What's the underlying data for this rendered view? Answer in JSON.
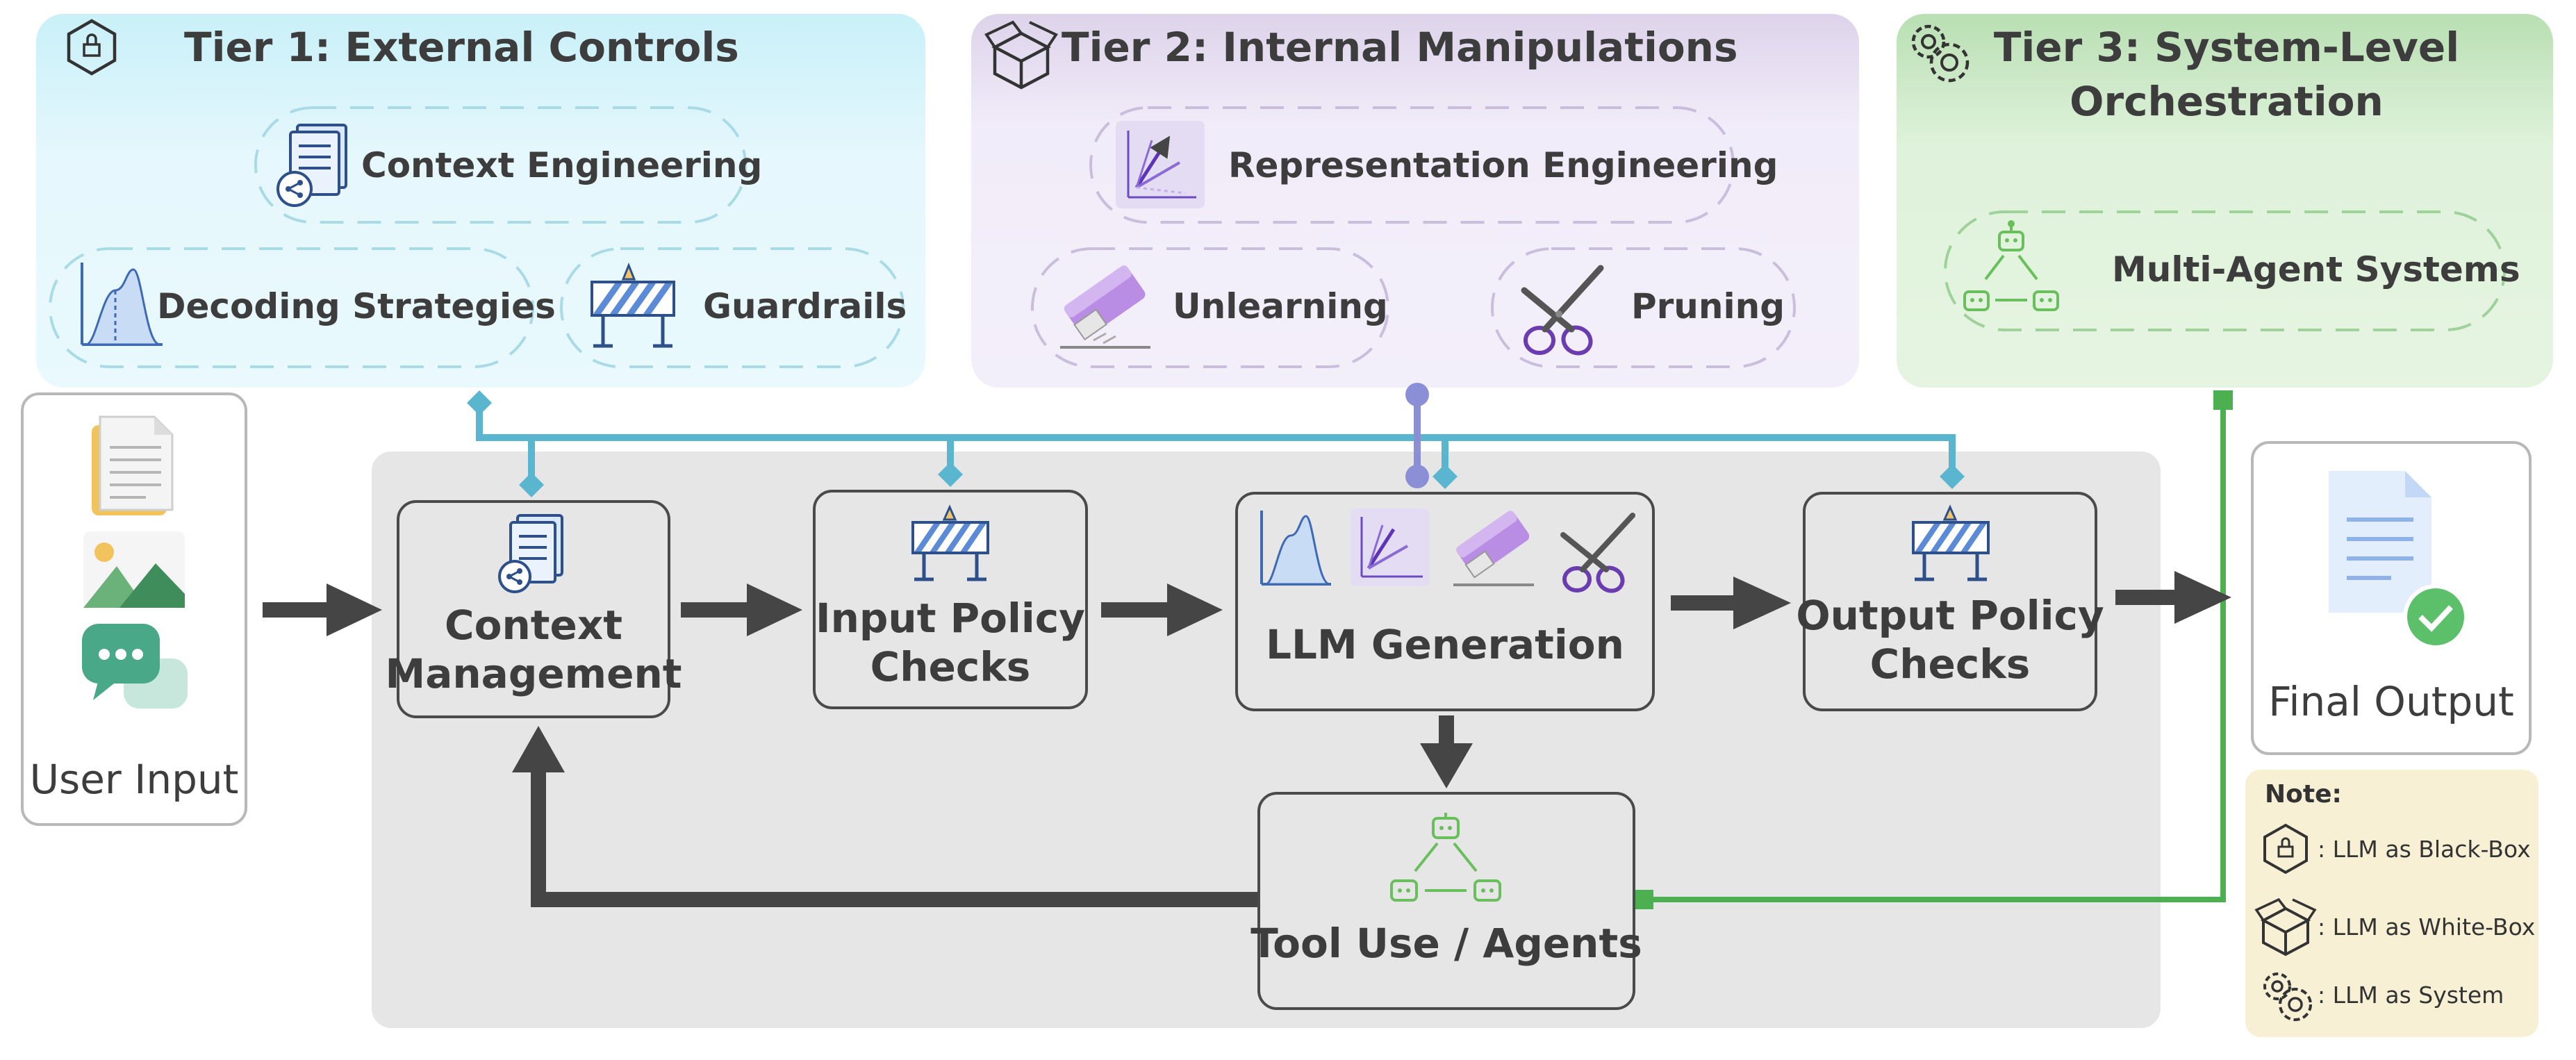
{
  "tier1": {
    "title": "Tier 1: External Controls",
    "items": [
      "Context Engineering",
      "Decoding Strategies",
      "Guardrails"
    ],
    "color": "#d4f3fb"
  },
  "tier2": {
    "title": "Tier 2: Internal Manipulations",
    "items": [
      "Representation Engineering",
      "Unlearning",
      "Pruning"
    ],
    "color": "#ede6f7"
  },
  "tier3": {
    "title_line1": "Tier 3: System-Level",
    "title_line2": "Orchestration",
    "items": [
      "Multi-Agent Systems"
    ],
    "color": "#d8efd4"
  },
  "user_input": {
    "label": "User Input"
  },
  "pipeline": {
    "context_management": [
      "Context",
      "Management"
    ],
    "input_policy": [
      "Input Policy",
      "Checks"
    ],
    "llm_generation": "LLM Generation",
    "output_policy": [
      "Output Policy",
      "Checks"
    ],
    "tool_use": "Tool Use / Agents"
  },
  "final_output": {
    "label": "Final Output"
  },
  "note": {
    "title": "Note:",
    "items": [
      {
        "icon": "black-box-icon",
        "text": ": LLM as Black-Box"
      },
      {
        "icon": "white-box-icon",
        "text": ": LLM as White-Box"
      },
      {
        "icon": "gears-icon",
        "text": ": LLM as System"
      }
    ]
  },
  "colors": {
    "tier1_line": "#5ab5cf",
    "tier2_line": "#8a8fd6",
    "tier3_line": "#4caf50",
    "arrow": "#454545",
    "pipeline_bg": "#e6e6e6"
  }
}
